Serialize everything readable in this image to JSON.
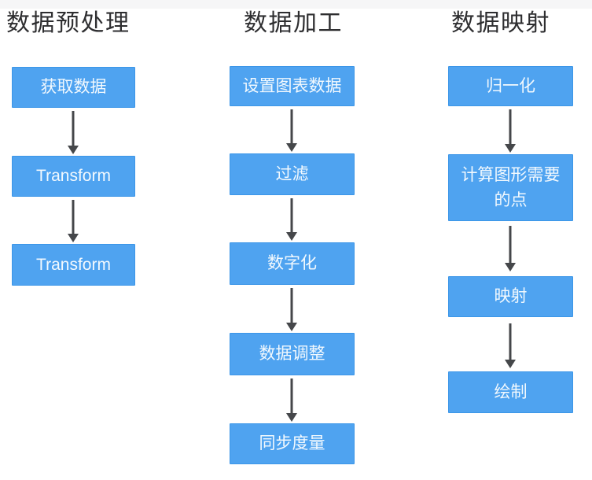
{
  "diagram": {
    "type": "flowchart",
    "orientation": "vertical",
    "colors": {
      "box_fill": "#4fa3f0",
      "box_border": "#3c96e8",
      "box_text": "#ffffff",
      "arrow": "#45474a",
      "title_text": "#2e2e30",
      "background": "#ffffff",
      "top_strip": "#f6f6f7"
    }
  },
  "columns": [
    {
      "title": "数据预处理",
      "boxes": [
        "获取数据",
        "Transform",
        "Transform"
      ]
    },
    {
      "title": "数据加工",
      "boxes": [
        "设置图表数据",
        "过滤",
        "数字化",
        "数据调整",
        "同步度量"
      ]
    },
    {
      "title": "数据映射",
      "boxes": [
        "归一化",
        "计算图形需要的点",
        "映射",
        "绘制"
      ]
    }
  ]
}
